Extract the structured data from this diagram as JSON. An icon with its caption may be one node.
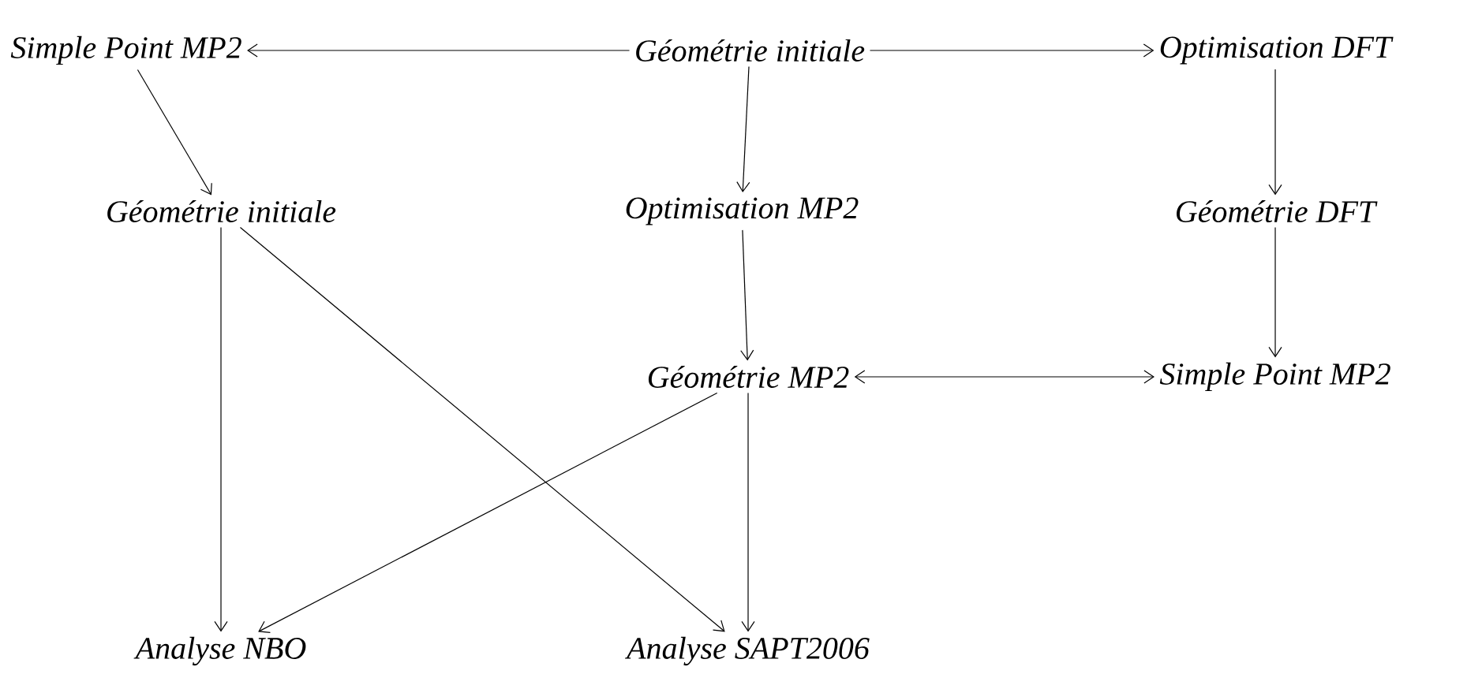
{
  "diagram": {
    "nodes": [
      {
        "text": [
          "Simple Point MP2"
        ]
      },
      {
        "text": [
          "Géométrie initiale"
        ]
      },
      {
        "text": [
          "Optimisation DFT"
        ]
      },
      {
        "text": [
          "Géométrie initiale"
        ]
      },
      {
        "text": [
          "Optimisation MP2"
        ]
      },
      {
        "text": [
          "Géométrie DFT"
        ]
      },
      {
        "text": [
          "Géométrie MP2"
        ]
      },
      {
        "text": [
          "Simple Point MP2"
        ]
      },
      {
        "text": [
          "Analyse NBO"
        ]
      },
      {
        "text": [
          "Analyse SAPT2006"
        ]
      }
    ],
    "edges": [
      {
        "from": 1,
        "to": 0,
        "arrow": "to"
      },
      {
        "from": 1,
        "to": 2,
        "arrow": "to"
      },
      {
        "from": 0,
        "to": 3,
        "arrow": "to"
      },
      {
        "from": 1,
        "to": 4,
        "arrow": "to"
      },
      {
        "from": 2,
        "to": 5,
        "arrow": "to"
      },
      {
        "from": 4,
        "to": 6,
        "arrow": "to"
      },
      {
        "from": 5,
        "to": 7,
        "arrow": "to"
      },
      {
        "from": 6,
        "to": 7,
        "arrow": "both"
      },
      {
        "from": 3,
        "to": 8,
        "arrow": "to"
      },
      {
        "from": 3,
        "to": 9,
        "arrow": "to"
      },
      {
        "from": 6,
        "to": 8,
        "arrow": "to"
      },
      {
        "from": 6,
        "to": 9,
        "arrow": "to"
      }
    ]
  }
}
